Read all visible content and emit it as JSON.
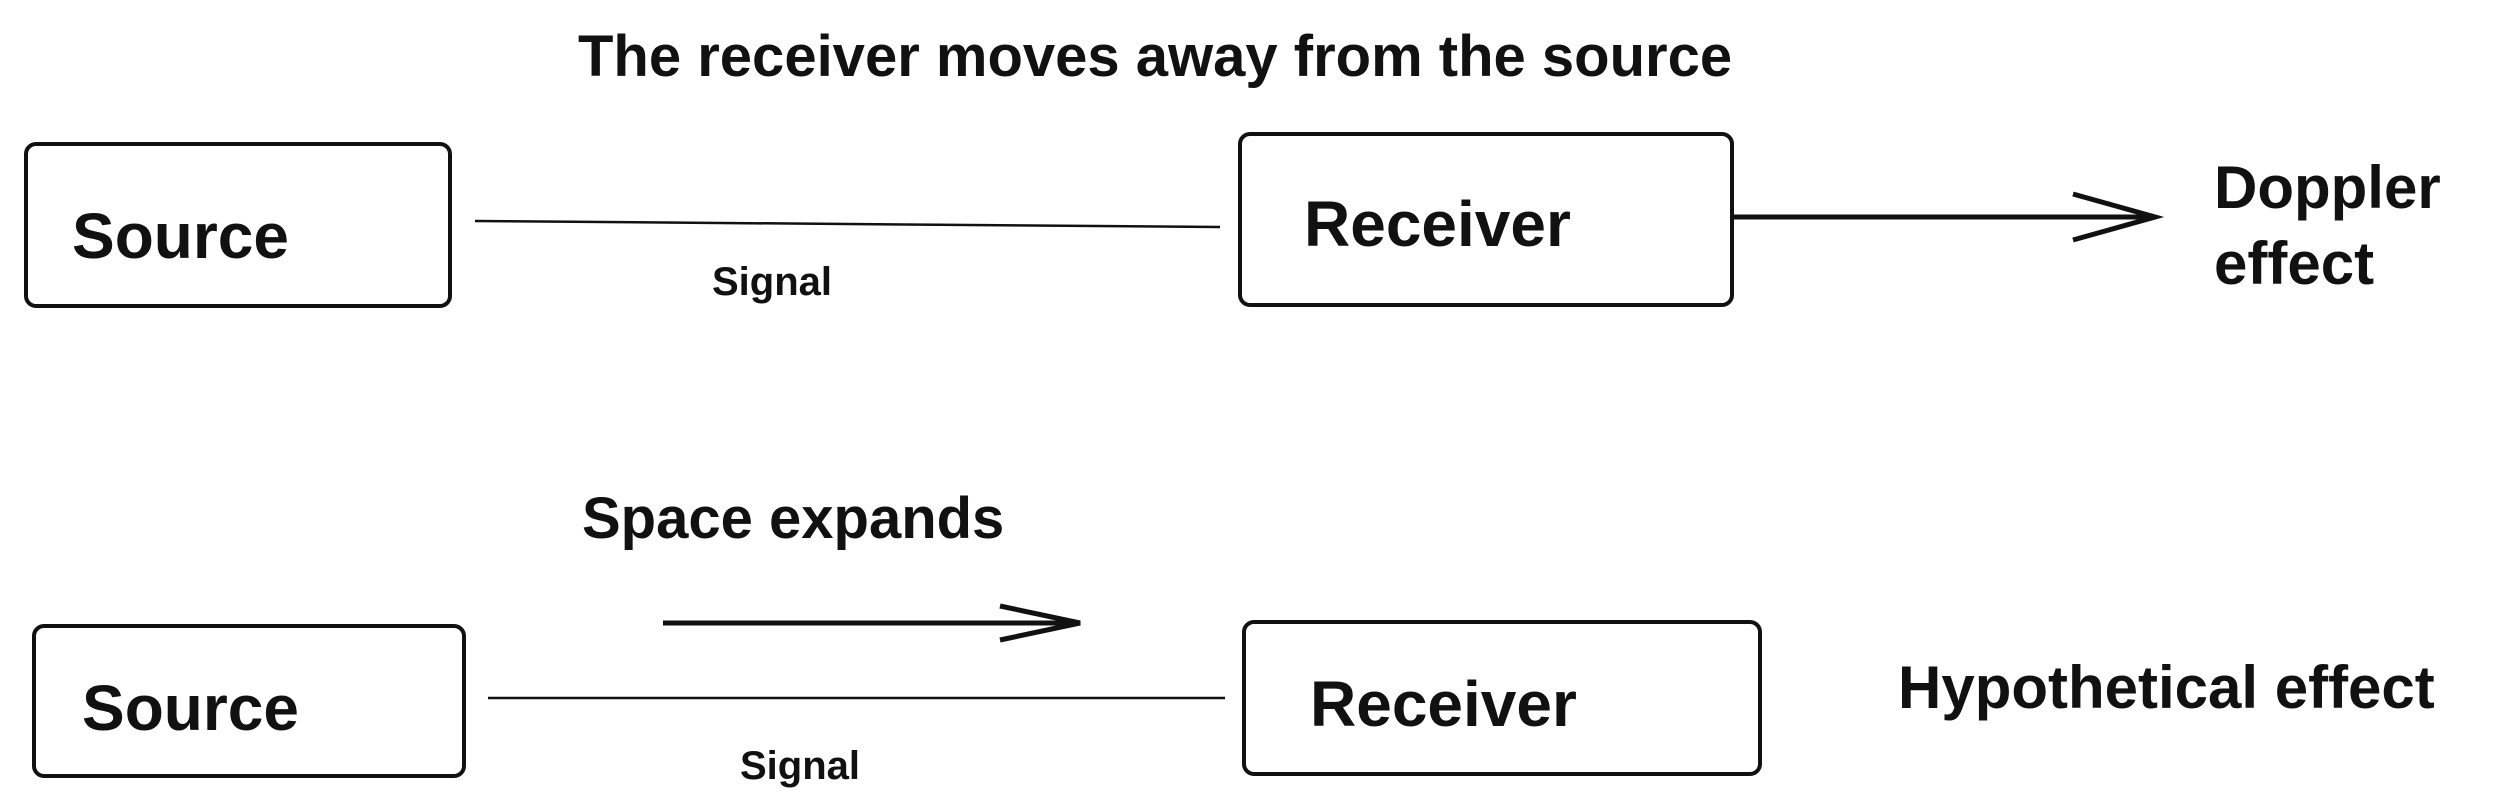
{
  "top_scenario": {
    "title": "The receiver moves away from the source",
    "source_label": "Source",
    "receiver_label": "Receiver",
    "signal_label": "Signal",
    "effect_label_line1": "Doppler",
    "effect_label_line2": "effect"
  },
  "bottom_scenario": {
    "title": "Space expands",
    "source_label": "Source",
    "receiver_label": "Receiver",
    "signal_label": "Signal",
    "effect_label": "Hypothetical effect"
  }
}
